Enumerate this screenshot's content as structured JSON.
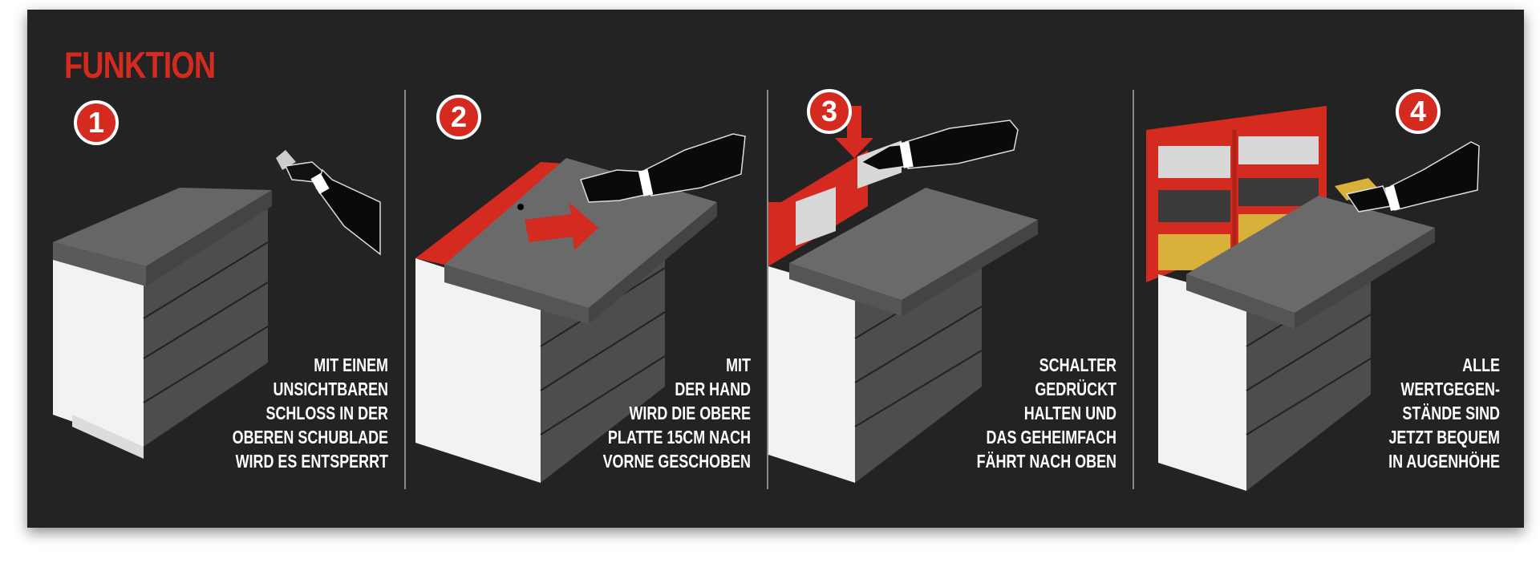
{
  "title": "FUNKTION",
  "steps": [
    {
      "number": "1",
      "lines": [
        "MIT EINEM",
        "UNSICHTBAREN",
        "SCHLOSS IN DER",
        "OBEREN SCHUBLADE",
        "WIRD ES ENTSPERRT"
      ]
    },
    {
      "number": "2",
      "lines": [
        "MIT",
        "DER HAND",
        "WIRD DIE OBERE",
        "PLATTE 15CM NACH",
        "VORNE GESCHOBEN"
      ]
    },
    {
      "number": "3",
      "lines": [
        "SCHALTER",
        "GEDRÜCKT",
        "HALTEN UND",
        "DAS GEHEIMFACH",
        "FÄHRT NACH OBEN"
      ]
    },
    {
      "number": "4",
      "lines": [
        "ALLE",
        "WERTGEGEN-",
        "STÄNDE SIND",
        "JETZT BEQUEM",
        "IN AUGENHÖHE"
      ]
    }
  ],
  "colors": {
    "background": "#232323",
    "accent": "#d42a20",
    "text": "#ffffff",
    "counter_top": "#5a5a5a",
    "counter_side": "#ffffff"
  }
}
